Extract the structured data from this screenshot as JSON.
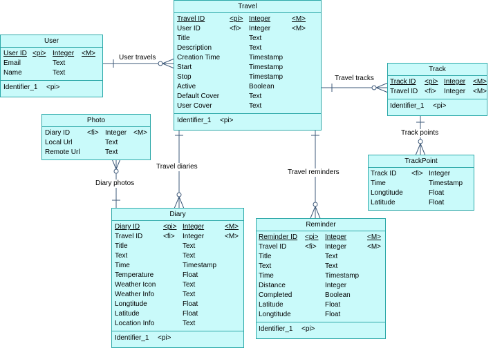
{
  "entities": {
    "travel": {
      "title": "Travel",
      "attrs": [
        {
          "name": "Travel ID",
          "key": "<pi>",
          "type": "Integer",
          "mand": "<M>",
          "pk": true
        },
        {
          "name": "User ID",
          "key": "<fi>",
          "type": "Integer",
          "mand": "<M>",
          "pk": false
        },
        {
          "name": "Title",
          "key": "",
          "type": "Text",
          "mand": "",
          "pk": false
        },
        {
          "name": "Description",
          "key": "",
          "type": "Text",
          "mand": "",
          "pk": false
        },
        {
          "name": "Creation Time",
          "key": "",
          "type": "Timestamp",
          "mand": "",
          "pk": false
        },
        {
          "name": "Start",
          "key": "",
          "type": "Timestamp",
          "mand": "",
          "pk": false
        },
        {
          "name": "Stop",
          "key": "",
          "type": "Timestamp",
          "mand": "",
          "pk": false
        },
        {
          "name": "Active",
          "key": "",
          "type": "Boolean",
          "mand": "",
          "pk": false
        },
        {
          "name": "Default Cover",
          "key": "",
          "type": "Text",
          "mand": "",
          "pk": false
        },
        {
          "name": "User Cover",
          "key": "",
          "type": "Text",
          "mand": "",
          "pk": false
        }
      ],
      "identifier": "Identifier_1",
      "identifier_key": "<pi>"
    },
    "user": {
      "title": "User",
      "attrs": [
        {
          "name": "User ID",
          "key": "<pi>",
          "type": "Integer",
          "mand": "<M>",
          "pk": true
        },
        {
          "name": "Email",
          "key": "",
          "type": "Text",
          "mand": "",
          "pk": false
        },
        {
          "name": "Name",
          "key": "",
          "type": "Text",
          "mand": "",
          "pk": false
        }
      ],
      "identifier": "Identifier_1",
      "identifier_key": "<pi>"
    },
    "photo": {
      "title": "Photo",
      "attrs": [
        {
          "name": "Diary ID",
          "key": "<fi>",
          "type": "Integer",
          "mand": "<M>",
          "pk": false
        },
        {
          "name": "Local Url",
          "key": "",
          "type": "Text",
          "mand": "",
          "pk": false
        },
        {
          "name": "Remote Url",
          "key": "",
          "type": "Text",
          "mand": "",
          "pk": false
        }
      ]
    },
    "track": {
      "title": "Track",
      "attrs": [
        {
          "name": "Track ID",
          "key": "<pi>",
          "type": "Integer",
          "mand": "<M>",
          "pk": true
        },
        {
          "name": "Travel ID",
          "key": "<fi>",
          "type": "Integer",
          "mand": "<M>",
          "pk": false
        }
      ],
      "identifier": "Identifier_1",
      "identifier_key": "<pi>"
    },
    "trackpoint": {
      "title": "TrackPoint",
      "attrs": [
        {
          "name": "Track ID",
          "key": "<fi>",
          "type": "Integer",
          "mand": "",
          "pk": false
        },
        {
          "name": "Time",
          "key": "",
          "type": "Timestamp",
          "mand": "",
          "pk": false
        },
        {
          "name": "Longtitude",
          "key": "",
          "type": "Float",
          "mand": "",
          "pk": false
        },
        {
          "name": "Latitude",
          "key": "",
          "type": "Float",
          "mand": "",
          "pk": false
        }
      ]
    },
    "diary": {
      "title": "Diary",
      "attrs": [
        {
          "name": "Diary ID",
          "key": "<pi>",
          "type": "Integer",
          "mand": "<M>",
          "pk": true
        },
        {
          "name": "Travel ID",
          "key": "<fi>",
          "type": "Integer",
          "mand": "<M>",
          "pk": false
        },
        {
          "name": "Title",
          "key": "",
          "type": "Text",
          "mand": "",
          "pk": false
        },
        {
          "name": "Text",
          "key": "",
          "type": "Text",
          "mand": "",
          "pk": false
        },
        {
          "name": "Time",
          "key": "",
          "type": "Timestamp",
          "mand": "",
          "pk": false
        },
        {
          "name": "Temperature",
          "key": "",
          "type": "Float",
          "mand": "",
          "pk": false
        },
        {
          "name": "Weather Icon",
          "key": "",
          "type": "Text",
          "mand": "",
          "pk": false
        },
        {
          "name": "Weather Info",
          "key": "",
          "type": "Text",
          "mand": "",
          "pk": false
        },
        {
          "name": "Longtitude",
          "key": "",
          "type": "Float",
          "mand": "",
          "pk": false
        },
        {
          "name": "Latitude",
          "key": "",
          "type": "Float",
          "mand": "",
          "pk": false
        },
        {
          "name": "Location Info",
          "key": "",
          "type": "Text",
          "mand": "",
          "pk": false
        }
      ],
      "identifier": "Identifier_1",
      "identifier_key": "<pi>"
    },
    "reminder": {
      "title": "Reminder",
      "attrs": [
        {
          "name": "Reminder ID",
          "key": "<pi>",
          "type": "Integer",
          "mand": "<M>",
          "pk": true
        },
        {
          "name": "Travel ID",
          "key": "<fi>",
          "type": "Integer",
          "mand": "<M>",
          "pk": false
        },
        {
          "name": "Title",
          "key": "",
          "type": "Text",
          "mand": "",
          "pk": false
        },
        {
          "name": "Text",
          "key": "",
          "type": "Text",
          "mand": "",
          "pk": false
        },
        {
          "name": "Time",
          "key": "",
          "type": "Timestamp",
          "mand": "",
          "pk": false
        },
        {
          "name": "Distance",
          "key": "",
          "type": "Integer",
          "mand": "",
          "pk": false
        },
        {
          "name": "Completed",
          "key": "",
          "type": "Boolean",
          "mand": "",
          "pk": false
        },
        {
          "name": "Latitude",
          "key": "",
          "type": "Float",
          "mand": "",
          "pk": false
        },
        {
          "name": "Longtitude",
          "key": "",
          "type": "Float",
          "mand": "",
          "pk": false
        }
      ],
      "identifier": "Identifier_1",
      "identifier_key": "<pi>"
    }
  },
  "relationships": {
    "user_travels": "User travels",
    "travel_tracks": "Travel tracks",
    "track_points": "Track points",
    "travel_diaries": "Travel diaries",
    "travel_reminders": "Travel reminders",
    "diary_photos": "Diary photos"
  },
  "colors": {
    "entity_fill": "#c9fafa",
    "entity_border": "#2aa7a7",
    "line": "#3d5878"
  }
}
